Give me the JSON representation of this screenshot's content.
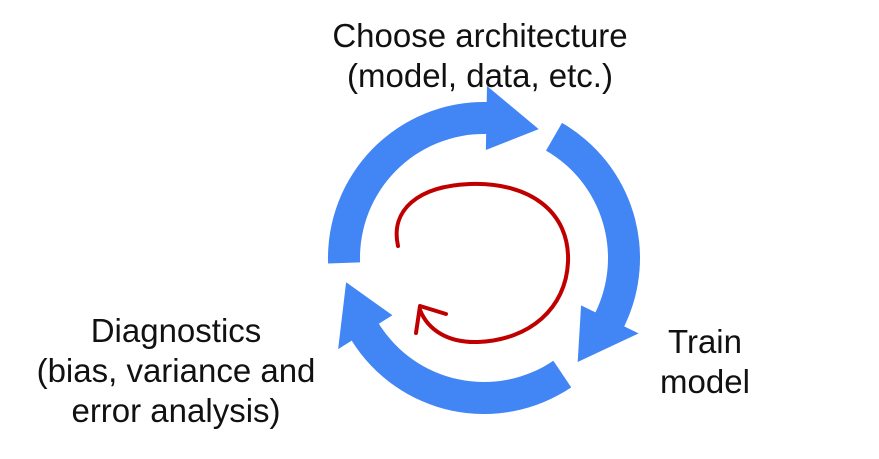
{
  "diagram": {
    "stages": [
      {
        "id": "choose",
        "lines": [
          "Choose architecture",
          "(model, data, etc.)"
        ]
      },
      {
        "id": "train",
        "lines": [
          "Train",
          "model"
        ]
      },
      {
        "id": "diagnostics",
        "lines": [
          "Diagnostics",
          "(bias, variance and",
          "error analysis)"
        ]
      }
    ],
    "colors": {
      "cycle_arrows": "#4285f4",
      "annotation": "#c00000",
      "text": "#111111",
      "background": "#ffffff"
    }
  }
}
